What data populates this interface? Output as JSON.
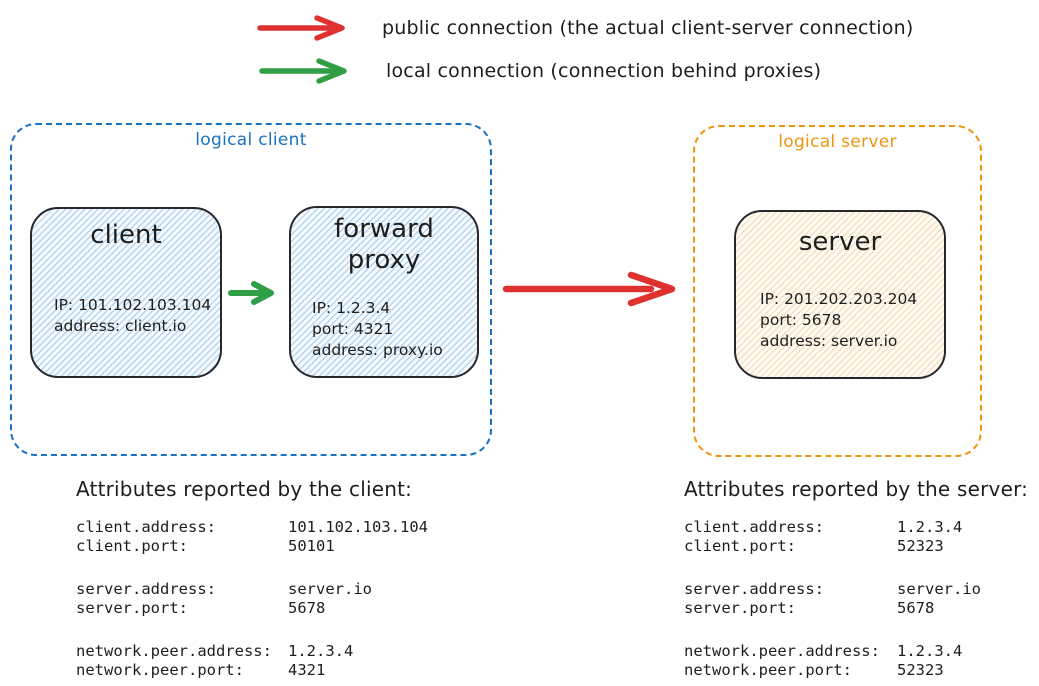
{
  "colors": {
    "red": "#e03131",
    "green": "#2f9e44",
    "blue": "#1971c2",
    "orange": "#ef940d",
    "ink": "#1e1e1e"
  },
  "legend": {
    "items": [
      {
        "label": "public connection (the actual client-server connection)"
      },
      {
        "label": "local connection (connection behind proxies)"
      }
    ]
  },
  "logical_client": {
    "label": "logical client",
    "nodes": [
      {
        "title": "client",
        "lines": [
          "IP: 101.102.103.104",
          "address: client.io"
        ]
      },
      {
        "title": "forward proxy",
        "lines": [
          "IP: 1.2.3.4",
          "port: 4321",
          "address: proxy.io"
        ]
      }
    ]
  },
  "logical_server": {
    "label": "logical server",
    "node": {
      "title": "server",
      "lines": [
        "IP: 201.202.203.204",
        "port: 5678",
        "address: server.io"
      ]
    }
  },
  "client_attrs": {
    "heading": "Attributes reported by the client:",
    "rows": [
      {
        "key": "client.address:",
        "value": "101.102.103.104"
      },
      {
        "key": "client.port:",
        "value": "50101"
      },
      {
        "key": "server.address:",
        "value": "server.io"
      },
      {
        "key": "server.port:",
        "value": "5678"
      },
      {
        "key": "network.peer.address:",
        "value": "1.2.3.4"
      },
      {
        "key": "network.peer.port:",
        "value": "4321"
      }
    ]
  },
  "server_attrs": {
    "heading": "Attributes reported by the server:",
    "rows": [
      {
        "key": "client.address:",
        "value": "1.2.3.4"
      },
      {
        "key": "client.port:",
        "value": "52323"
      },
      {
        "key": "server.address:",
        "value": "server.io"
      },
      {
        "key": "server.port:",
        "value": "5678"
      },
      {
        "key": "network.peer.address:",
        "value": "1.2.3.4"
      },
      {
        "key": "network.peer.port:",
        "value": "52323"
      }
    ]
  }
}
